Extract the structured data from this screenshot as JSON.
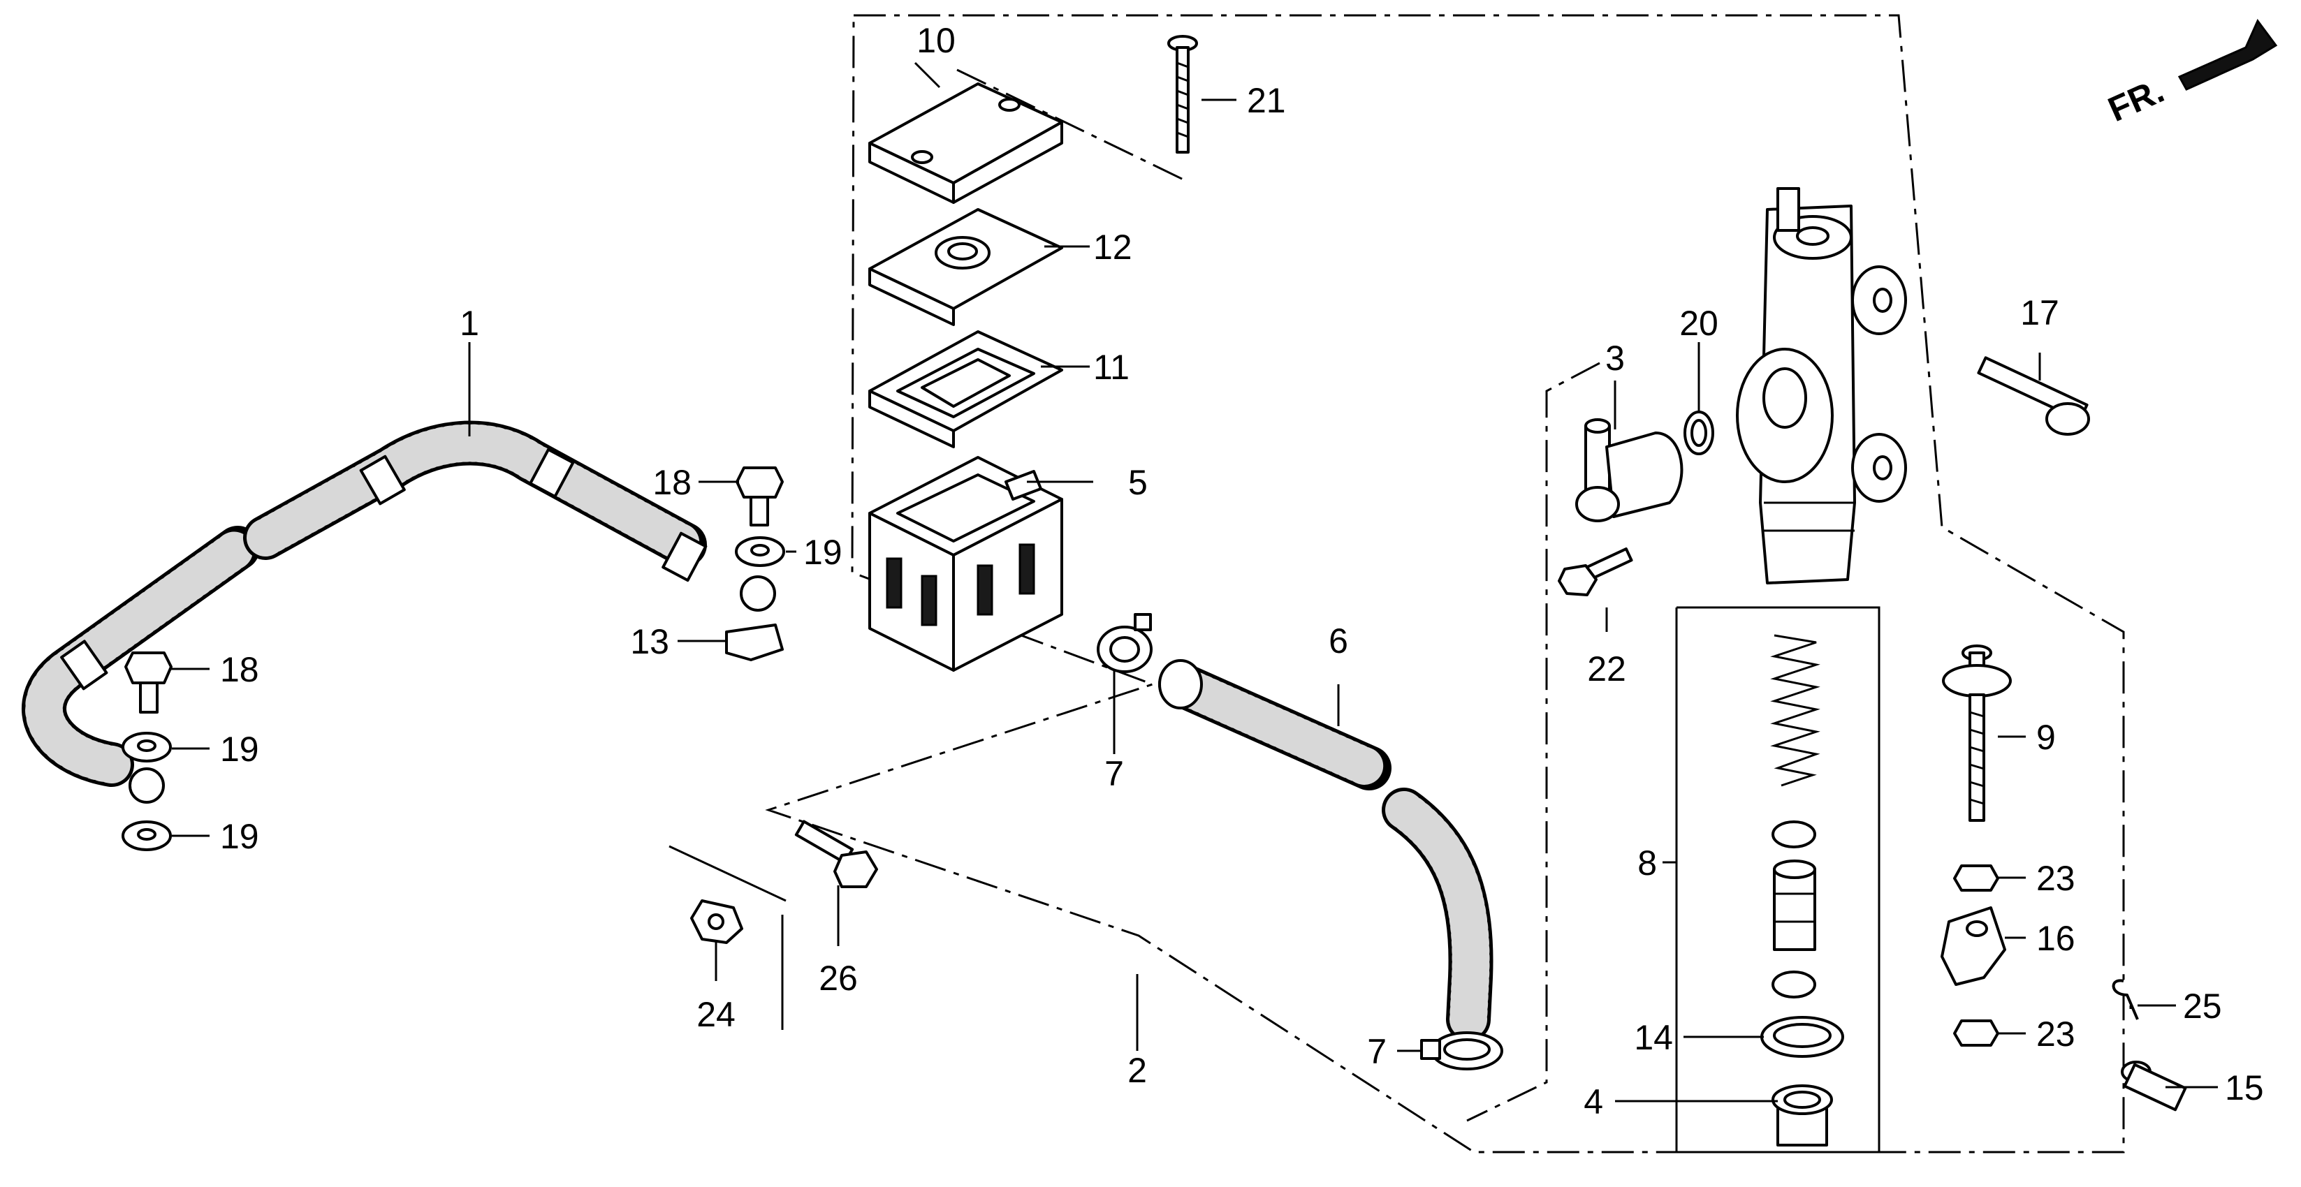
{
  "diagram": {
    "orientation_label": "FR.",
    "parts": [
      {
        "id": "rear-brake-hose",
        "number": "1"
      },
      {
        "id": "master-cylinder-assembly",
        "number": "2"
      },
      {
        "id": "hose-joint",
        "number": "3"
      },
      {
        "id": "bushing",
        "number": "4"
      },
      {
        "id": "reservoir",
        "number": "5"
      },
      {
        "id": "reservoir-hose",
        "number": "6"
      },
      {
        "id": "hose-clip-upper",
        "number": "7"
      },
      {
        "id": "hose-clip-lower",
        "number": "7"
      },
      {
        "id": "piston-set",
        "number": "8"
      },
      {
        "id": "push-rod",
        "number": "9"
      },
      {
        "id": "reservoir-cap",
        "number": "10"
      },
      {
        "id": "diaphragm",
        "number": "11"
      },
      {
        "id": "diaphragm-plate",
        "number": "12"
      },
      {
        "id": "hose-clamp",
        "number": "13"
      },
      {
        "id": "circlip",
        "number": "14"
      },
      {
        "id": "joint-pin",
        "number": "15"
      },
      {
        "id": "push-rod-joint",
        "number": "16"
      },
      {
        "id": "mounting-bolt",
        "number": "17"
      },
      {
        "id": "oil-bolt-upper",
        "number": "18"
      },
      {
        "id": "oil-bolt-lower",
        "number": "18"
      },
      {
        "id": "sealing-washer-upper",
        "number": "19"
      },
      {
        "id": "sealing-washer-middle",
        "number": "19"
      },
      {
        "id": "sealing-washer-lower",
        "number": "19"
      },
      {
        "id": "o-ring",
        "number": "20"
      },
      {
        "id": "cap-screw",
        "number": "21"
      },
      {
        "id": "joint-screw",
        "number": "22"
      },
      {
        "id": "lock-nut-upper",
        "number": "23"
      },
      {
        "id": "lock-nut-lower",
        "number": "23"
      },
      {
        "id": "flange-nut",
        "number": "24"
      },
      {
        "id": "cotter-pin",
        "number": "25"
      },
      {
        "id": "flange-bolt",
        "number": "26"
      }
    ]
  }
}
